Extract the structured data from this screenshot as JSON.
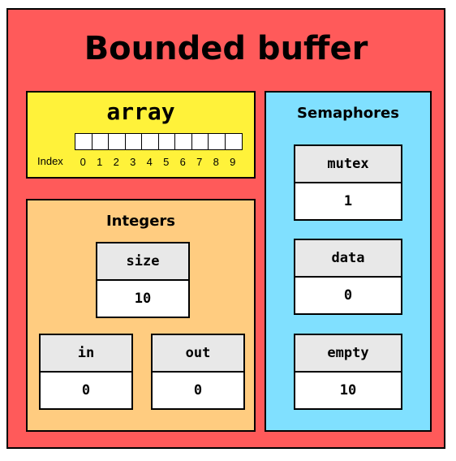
{
  "title": "Bounded buffer",
  "array": {
    "title": "array",
    "index_label": "Index",
    "cell_count": 10,
    "indices": [
      "0",
      "1",
      "2",
      "3",
      "4",
      "5",
      "6",
      "7",
      "8",
      "9"
    ]
  },
  "integers": {
    "title": "Integers",
    "size": {
      "name": "size",
      "value": "10"
    },
    "in": {
      "name": "in",
      "value": "0"
    },
    "out": {
      "name": "out",
      "value": "0"
    }
  },
  "semaphores": {
    "title": "Semaphores",
    "mutex": {
      "name": "mutex",
      "value": "1"
    },
    "data": {
      "name": "data",
      "value": "0"
    },
    "empty": {
      "name": "empty",
      "value": "10"
    }
  },
  "colors": {
    "outer": "#ff5a5a",
    "array": "#fff23a",
    "integers": "#ffcc80",
    "semaphores": "#80e0ff",
    "var_header": "#e8e8e8"
  }
}
